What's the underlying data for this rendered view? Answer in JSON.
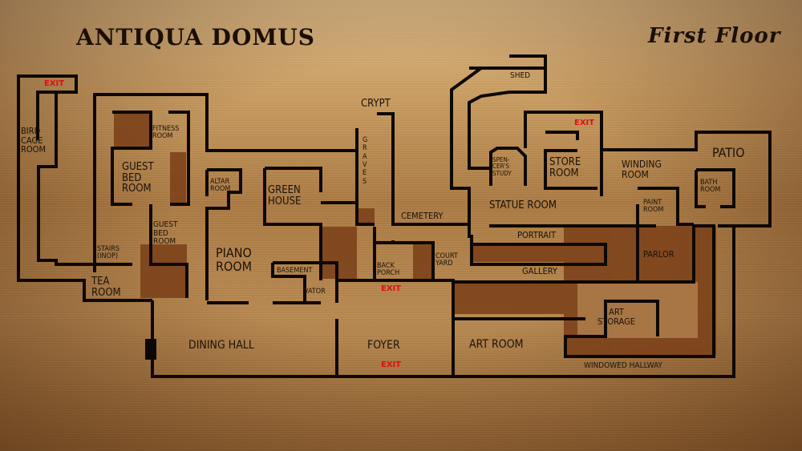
{
  "header": {
    "title": "ANTIQUA DOMUS",
    "floor": "First Floor"
  },
  "exit_label": "EXIT",
  "colors": {
    "wall": "#0d0803",
    "accent_room": "#7a3f18",
    "exit": "#e01010"
  },
  "rooms": {
    "bird_cage_room": "BIRD\nCAGE\nROOM",
    "fitness_room": "FITNESS\nROOM",
    "guest_bed_room_1": "GUEST\nBED\nROOM",
    "guest_bed_room_2": "GUEST\nBED\nROOM",
    "stairs": "STAIRS\n(INOP)",
    "tea_room": "TEA\nROOM",
    "altar_room": "ALTAR\nROOM",
    "green_house": "GREEN\nHOUSE",
    "piano_room": "PIANO\nROOM",
    "basement": "BASEMENT",
    "vator": "VATOR",
    "crypt": "CRYPT",
    "graves": "G\nR\nA\nV\nE\nS",
    "cemetery": "CEMETERY",
    "back_porch": "BACK\nPORCH",
    "court_yard": "COURT\nYARD",
    "shed": "SHED",
    "spencers_study": "SPEN-\nCER'S\nSTUDY",
    "store_room": "STORE\nROOM",
    "statue_room": "STATUE ROOM",
    "winding_room": "WINDING\nROOM",
    "patio": "PATIO",
    "bath_room": "BATH\nROOM",
    "paint_room": "PAINT\nROOM",
    "portrait": "PORTRAIT",
    "parlor": "PARLOR",
    "gallery": "GALLERY",
    "art_storage": "ART\nSTORAGE",
    "dining_hall": "DINING HALL",
    "foyer": "FOYER",
    "art_room": "ART ROOM",
    "windowed_hallway": "WINDOWED HALLWAY"
  }
}
